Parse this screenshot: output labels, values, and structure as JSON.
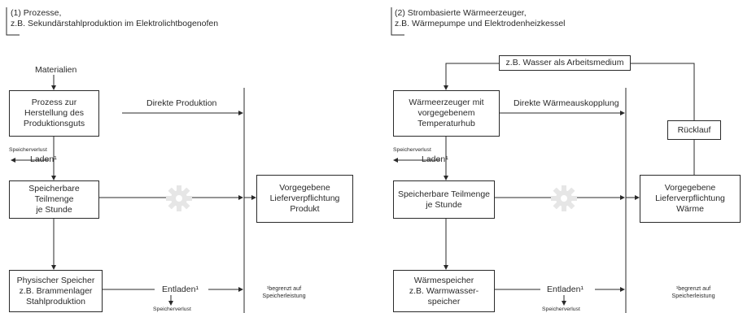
{
  "panels": [
    {
      "title": "(1) Prozesse,\nz.B. Sekundärstahlproduktion im Elektrolichtbogenofen",
      "input_label": "Materialien",
      "box_process": "Prozess zur\nHerstellung des\nProduktionsguts",
      "box_sub": "Speicherbare Teilmenge\nje Stunde",
      "box_storage": "Physischer Speicher\nz.B. Brammenlager\nStahlproduktion",
      "box_target": "Vorgegebene\nLieferverpflichtung\nProdukt",
      "direct_label": "Direkte Produktion",
      "loss_label": "Speicherverlust",
      "load_label": "Laden¹",
      "unload_label": "Entladen¹",
      "loss_label_bottom": "Speicherverlust",
      "footnote": "¹begrenzt auf\nSpeicherleistung"
    },
    {
      "title": "(2) Strombasierte Wärmeerzeuger,\nz.B. Wärmepumpe und Elektrodenheizkessel",
      "medium_label": "z.B. Wasser als Arbeitsmedium",
      "return_label": "Rücklauf",
      "box_process": "Wärmeerzeuger mit\nvorgegebenem\nTemperaturhub",
      "box_sub": "Speicherbare Teilmenge\nje Stunde",
      "box_storage": "Wärmespeicher\nz.B. Warmwasser-\nspeicher",
      "box_target": "Vorgegebene\nLieferverpflichtung\nWärme",
      "direct_label": "Direkte Wärmeauskopplung",
      "loss_label": "Speicherverlust",
      "load_label": "Laden¹",
      "unload_label": "Entladen¹",
      "loss_label_bottom": "Speicherverlust",
      "footnote": "¹begrenzt auf\nSpeicherleistung"
    }
  ],
  "colors": {
    "line": "#2a2a2a",
    "gear": "#e6e6e6"
  },
  "icons": [
    "gear-icon"
  ]
}
